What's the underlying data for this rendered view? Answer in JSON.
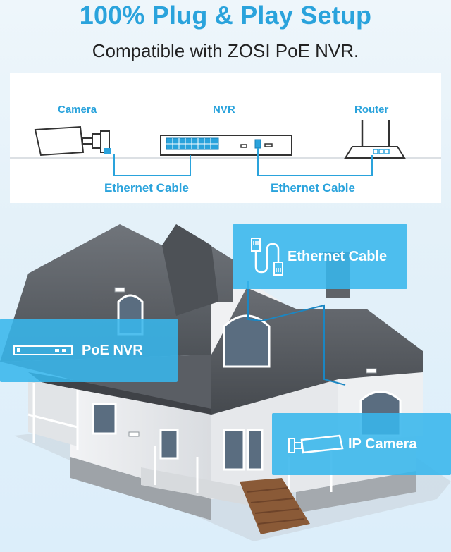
{
  "header": {
    "title": "100% Plug & Play Setup",
    "subtitle": "Compatible with ZOSI PoE NVR."
  },
  "diagram": {
    "camera_label": "Camera",
    "nvr_label": "NVR",
    "router_label": "Router",
    "cable_left": "Ethernet Cable",
    "cable_right": "Ethernet Cable"
  },
  "callouts": {
    "ethernet_cable": "Ethernet Cable",
    "poe_nvr": "PoE NVR",
    "ip_camera": "IP Camera"
  },
  "colors": {
    "accent": "#2aa3dc",
    "callout_bg": "#38b6ec",
    "roof": "#55595f",
    "siding": "#e9ebee"
  }
}
